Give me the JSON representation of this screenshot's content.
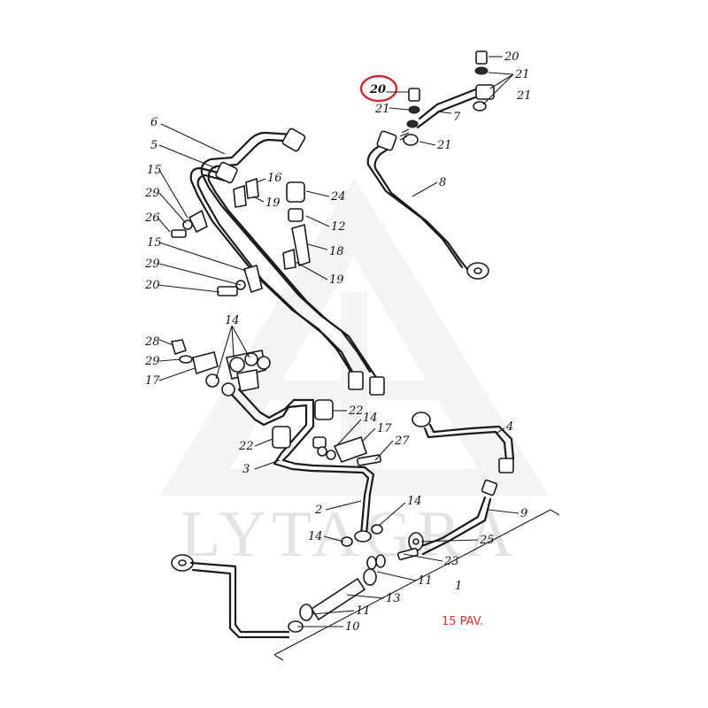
{
  "watermark": {
    "text": "LYTAGRA"
  },
  "note": {
    "text": "15 PAV.",
    "color": "#e03030"
  },
  "highlight": {
    "label": "20",
    "color": "#d42a2a"
  },
  "callouts": [
    "20",
    "21",
    "21",
    "7",
    "20",
    "21",
    "21",
    "8",
    "6",
    "5",
    "15",
    "16",
    "19",
    "24",
    "29",
    "26",
    "12",
    "18",
    "15",
    "29",
    "20",
    "19",
    "14",
    "28",
    "29",
    "17",
    "22",
    "14",
    "17",
    "27",
    "22",
    "3",
    "4",
    "2",
    "14",
    "14",
    "9",
    "25",
    "23",
    "11",
    "13",
    "11",
    "10",
    "1"
  ]
}
